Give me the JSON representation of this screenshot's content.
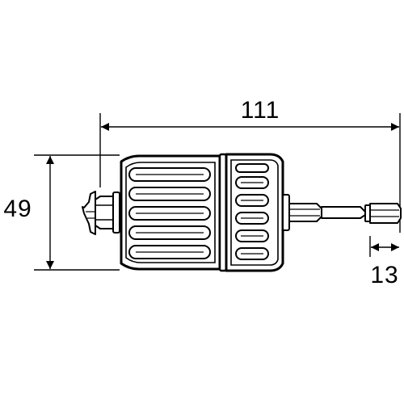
{
  "dimensions": {
    "length": "111",
    "diameter": "49",
    "shank": "13"
  },
  "colors": {
    "line": "#000000",
    "background": "#ffffff"
  }
}
